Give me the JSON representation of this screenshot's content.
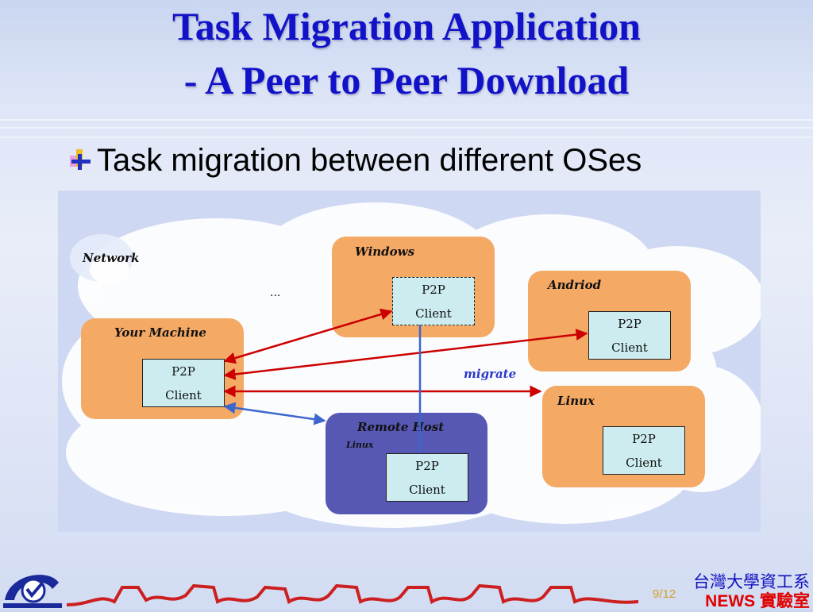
{
  "title": {
    "line1": "Task Migration Application",
    "line2": "- A Peer to Peer Download"
  },
  "bullet": {
    "text": "Task migration between different OSes"
  },
  "diagram": {
    "network_label": "Network",
    "ellipsis": "...",
    "migrate_label": "migrate",
    "nodes": {
      "your_machine": {
        "label": "Your Machine",
        "client_line1": "P2P",
        "client_line2": "Client"
      },
      "windows": {
        "label": "Windows",
        "client_line1": "P2P",
        "client_line2": "Client"
      },
      "android": {
        "label": "Andriod",
        "client_line1": "P2P",
        "client_line2": "Client"
      },
      "linux": {
        "label": "Linux",
        "client_line1": "P2P",
        "client_line2": "Client"
      },
      "remote_host": {
        "label": "Remote Host",
        "sublabel": "Linux",
        "client_line1": "P2P",
        "client_line2": "Client"
      }
    },
    "colors": {
      "orange_box": "#f4a965",
      "remote_box": "#5658b3",
      "client_fill": "#ccecef",
      "arrow_red": "#cc0000",
      "arrow_blue": "#3c66cc",
      "title": "#1212c8"
    }
  },
  "footer": {
    "page": "9/12",
    "lab_line1": "台灣大學資工系",
    "lab_line2": "NEWS 實驗室"
  }
}
